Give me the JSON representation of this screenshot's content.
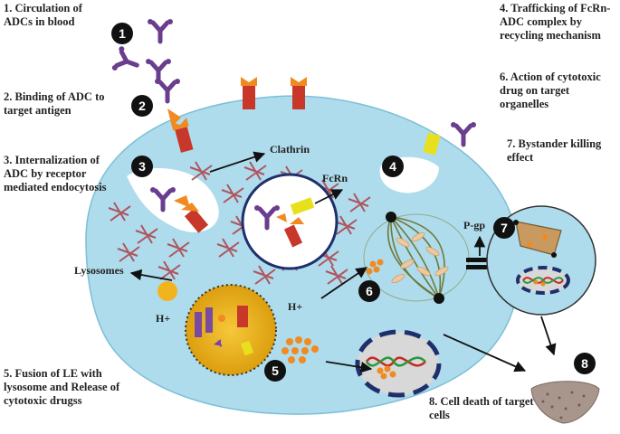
{
  "steps": [
    {
      "n": "1",
      "lines": [
        "1. Circulation of",
        "ADCs in blood"
      ]
    },
    {
      "n": "2",
      "lines": [
        "2. Binding of ADC to",
        "target antigen"
      ]
    },
    {
      "n": "3",
      "lines": [
        "3. Internalization of",
        "ADC by receptor",
        "mediated endocytosis"
      ]
    },
    {
      "n": "4",
      "lines": [
        "4. Trafficking  of FcRn-",
        "ADC complex by",
        "recycling mechanism"
      ]
    },
    {
      "n": "5",
      "lines": [
        "5. Fusion of LE with",
        "lysosome and  Release of",
        "cytotoxic drugss"
      ]
    },
    {
      "n": "6",
      "lines": [
        "6. Action of cytotoxic",
        "drug on target",
        "organelles"
      ]
    },
    {
      "n": "7",
      "lines": [
        "7. Bystander killing",
        "effect"
      ]
    },
    {
      "n": "8",
      "lines": [
        "8. Cell death of target",
        "cells"
      ]
    }
  ],
  "labels": {
    "clathrin": "Clathrin",
    "fcrn": "FcRn",
    "lysosomes": "Lysosomes",
    "h_plus_1": "H+",
    "h_plus_2": "H+",
    "pgp": "P-gp"
  },
  "colors": {
    "cell": "#aedcec",
    "antibody": "#6a3d8f",
    "drug": "#f18a21",
    "antigen": "#c8382a",
    "fcrn": "#e8e01c",
    "lysosome": "#f2b41e",
    "clathrin": "#b0464f"
  }
}
